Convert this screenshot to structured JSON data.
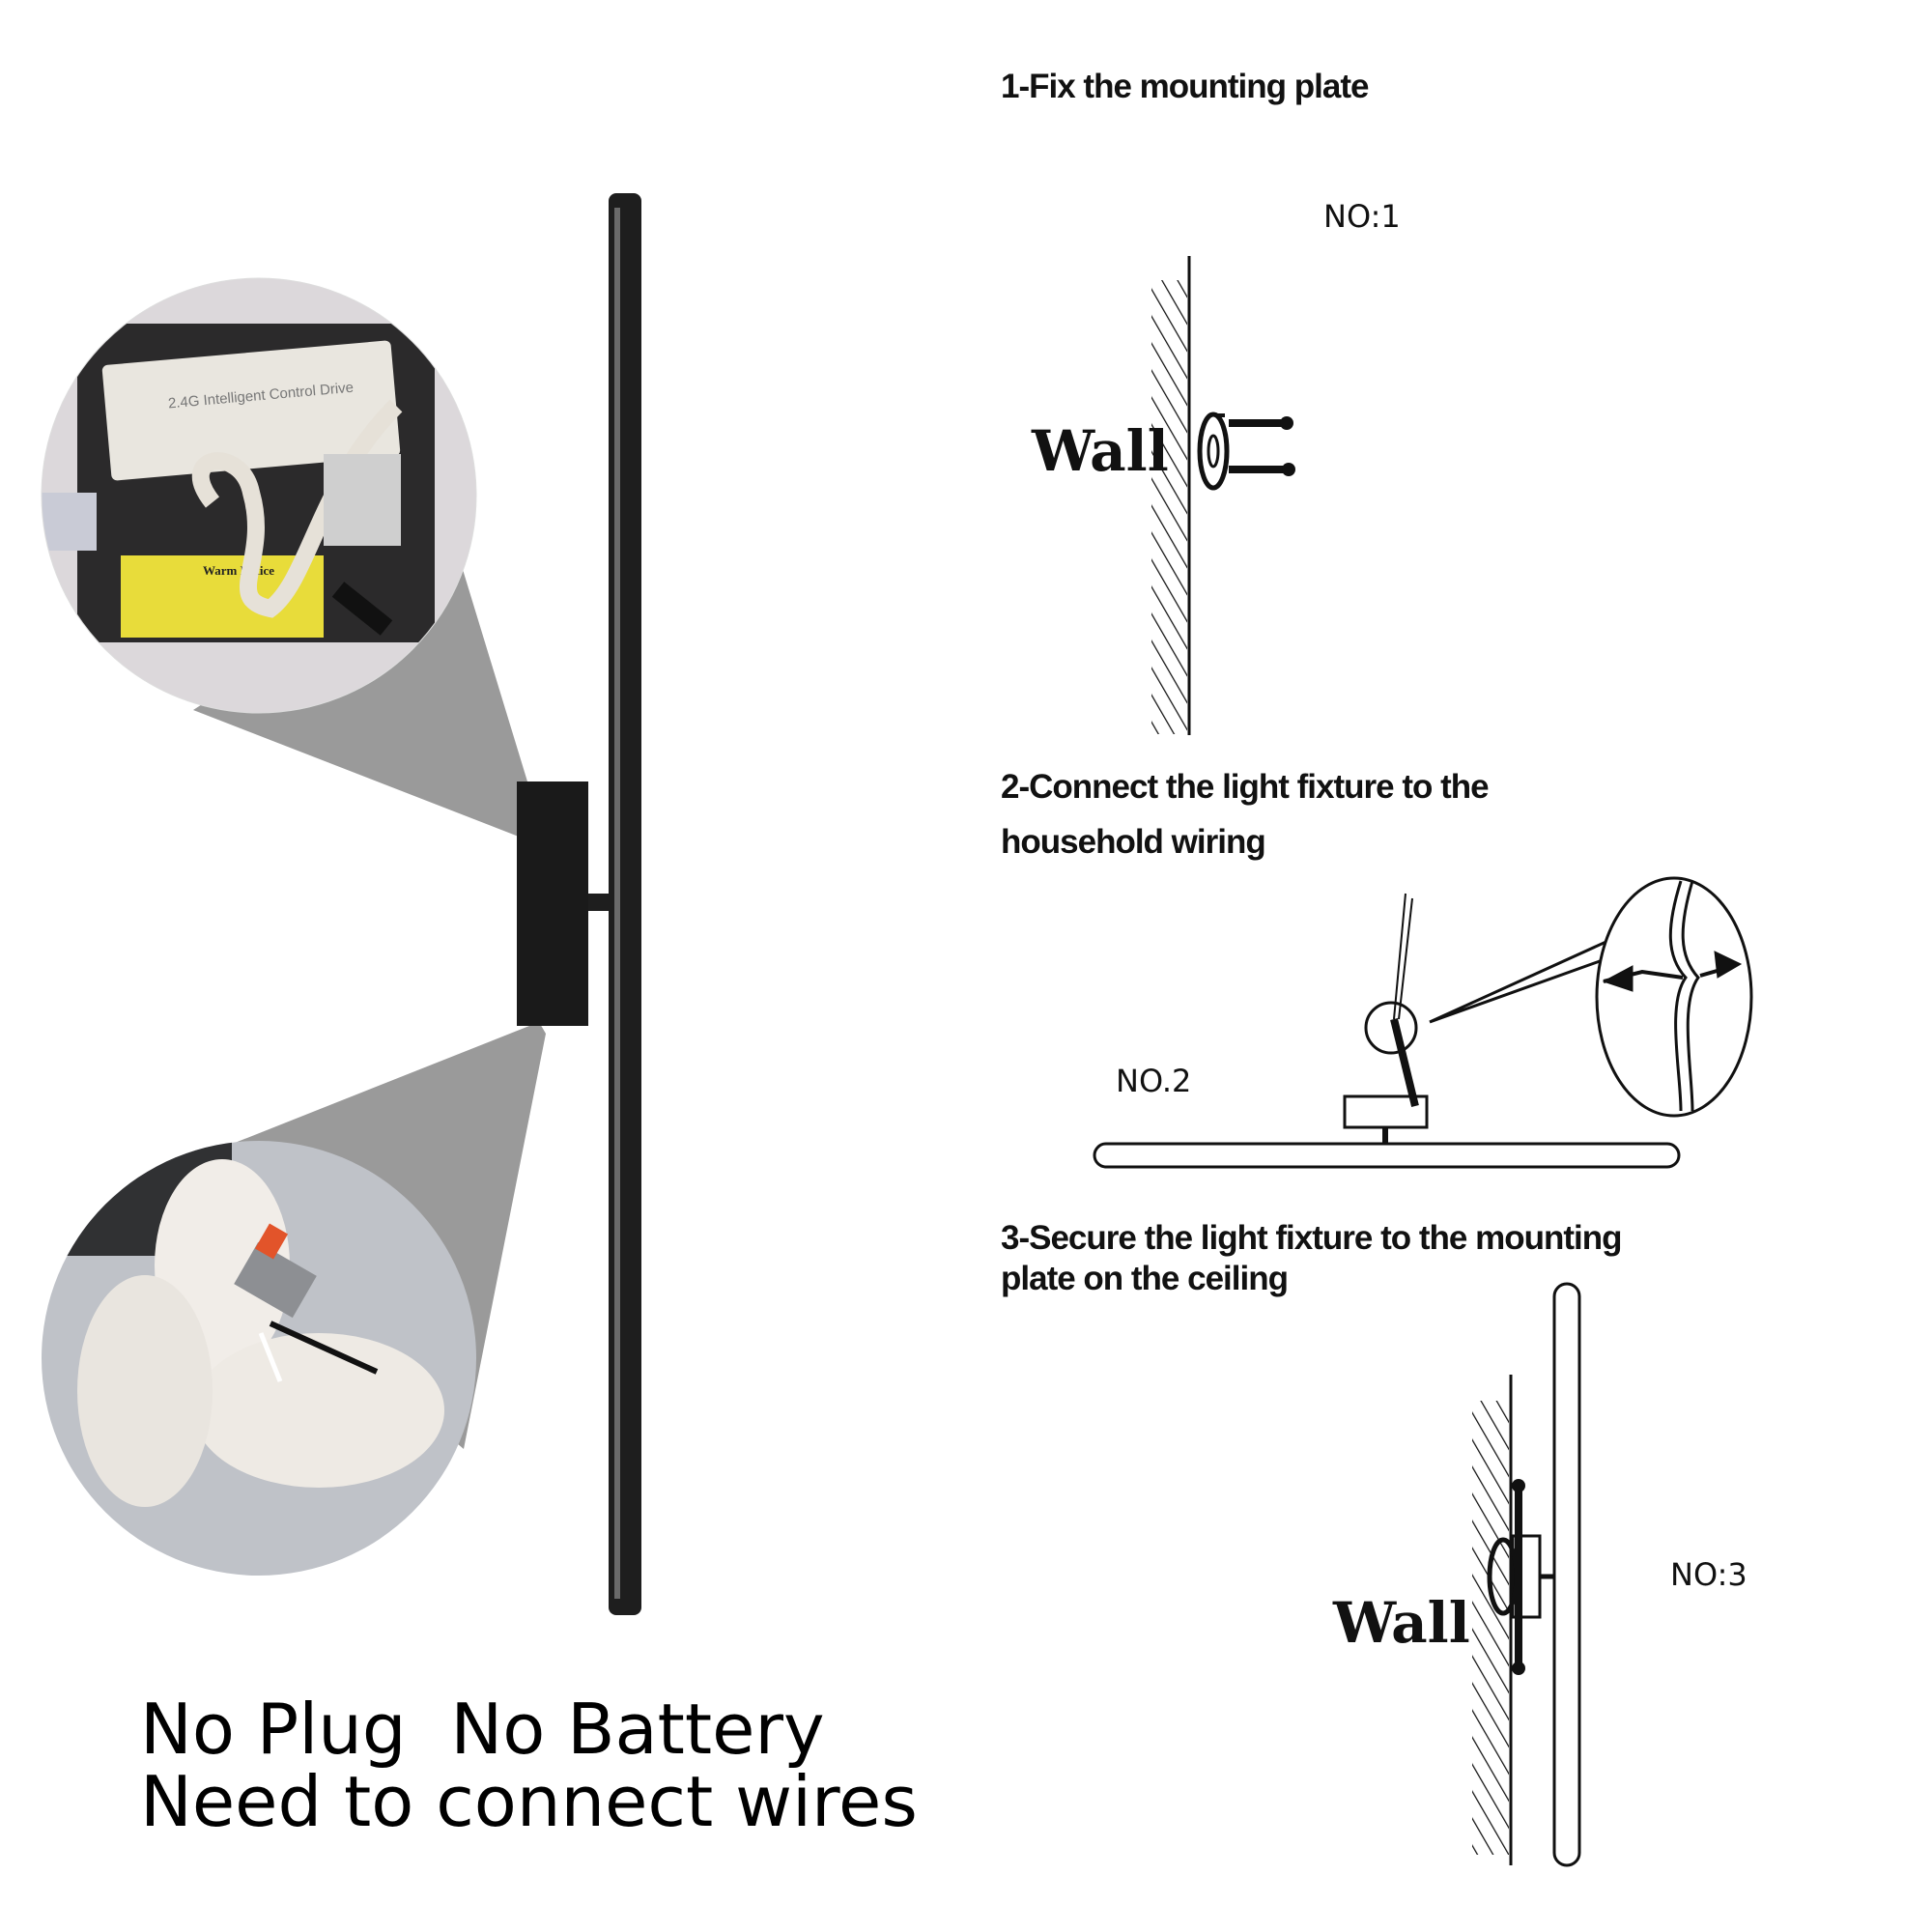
{
  "steps": [
    {
      "title": "1-Fix the mounting plate",
      "figure_label": "NO:1",
      "wall_label": "Wall"
    },
    {
      "title_line1": "2-Connect the light fixture to the",
      "title_line2": "household wiring",
      "figure_label": "NO.2"
    },
    {
      "title_line1": "3-Secure the light fixture to the mounting",
      "title_line2": "plate on the ceiling",
      "figure_label": "NO:3",
      "wall_label": "Wall"
    }
  ],
  "notice": {
    "line1": "No Plug  No Battery",
    "line2": "Need to connect wires"
  },
  "photo_driver": {
    "label": "2.4G Intelligent Control Drive",
    "warning_title": "Warm Notice"
  },
  "colors": {
    "lamp": "#1e1e1e",
    "cone": "#9a9a9a",
    "notice_yellow": "#e8dc3a"
  }
}
